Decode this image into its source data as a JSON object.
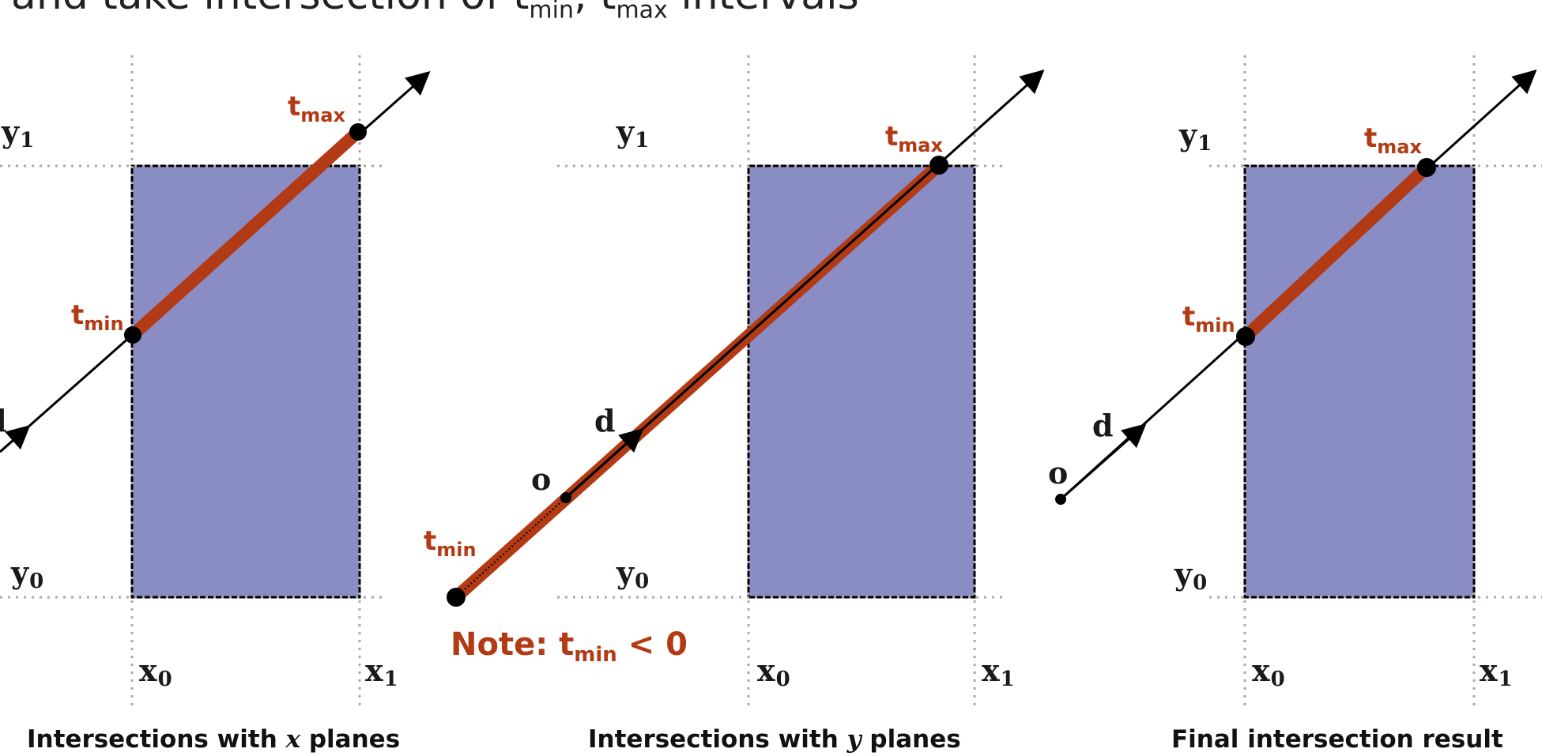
{
  "header": {
    "text": "and take intersection of t",
    "sub1": "min",
    "mid": ", t",
    "sub2": "max",
    "tail": " intervals"
  },
  "panels": [
    {
      "caption_pre": "Intersections with ",
      "caption_var": "x",
      "caption_post": " planes",
      "labels": {
        "y1": "y",
        "y0": "y",
        "x0": "x",
        "x1": "x",
        "d": "d",
        "tmin": "t",
        "tmax": "t"
      }
    },
    {
      "caption_pre": "Intersections with ",
      "caption_var": "y",
      "caption_post": " planes",
      "labels": {
        "y1": "y",
        "y0": "y",
        "x0": "x",
        "x1": "x",
        "d": "d",
        "o": "o",
        "tmin": "t",
        "tmax": "t"
      },
      "note_prefix": "Note:  t",
      "note_sub": "min",
      "note_suffix": " < 0"
    },
    {
      "caption_pre": "",
      "caption_var": "",
      "caption_post": "Final intersection result",
      "labels": {
        "y1": "y",
        "y0": "y",
        "x0": "x",
        "x1": "x",
        "d": "d",
        "o": "o",
        "tmin": "t",
        "tmax": "t"
      }
    }
  ],
  "subscripts": {
    "zero": "0",
    "one": "1",
    "min": "min",
    "max": "max"
  },
  "colors": {
    "box_fill": "#8a8cc4",
    "segment": "#b23a14",
    "ray": "#000000",
    "grid": "#aaaaaa"
  }
}
